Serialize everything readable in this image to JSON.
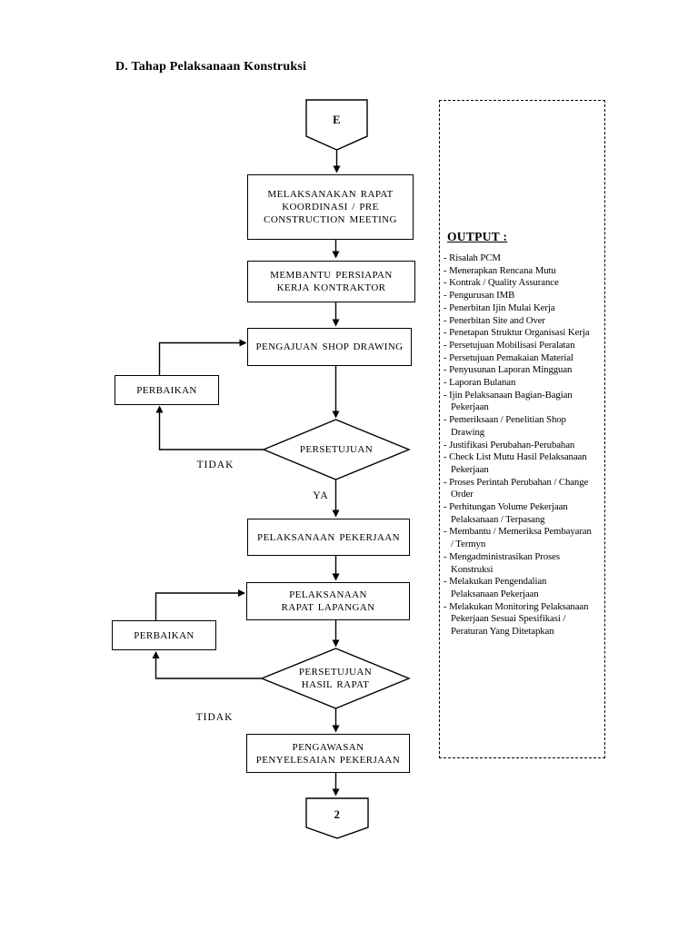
{
  "page": {
    "title": "D. Tahap Pelaksanaan Konstruksi"
  },
  "colors": {
    "ink": "#000000",
    "paper": "#ffffff"
  },
  "flowchart": {
    "connectors": {
      "entry": "E",
      "exit": "2"
    },
    "nodes": {
      "rapat_koordinasi": {
        "lines": [
          "MELAKSANAKAN RAPAT",
          "KOORDINASI / PRE",
          "CONSTRUCTION MEETING"
        ]
      },
      "persiapan_kontraktor": {
        "lines": [
          "MEMBANTU PERSIAPAN",
          "KERJA KONTRAKTOR"
        ]
      },
      "pengajuan_shop_drawing": {
        "lines": [
          "PENGAJUAN SHOP DRAWING"
        ]
      },
      "perbaikan_1": {
        "lines": [
          "PERBAIKAN"
        ]
      },
      "persetujuan_1": {
        "lines": [
          "PERSETUJUAN"
        ]
      },
      "pelaksanaan_pekerjaan": {
        "lines": [
          "PELAKSANAAN PEKERJAAN"
        ]
      },
      "rapat_lapangan": {
        "lines": [
          "PELAKSANAAN",
          "RAPAT LAPANGAN"
        ]
      },
      "perbaikan_2": {
        "lines": [
          "PERBAIKAN"
        ]
      },
      "persetujuan_hasil_rapat": {
        "lines": [
          "PERSETUJUAN",
          "HASIL RAPAT"
        ]
      },
      "pengawasan_penyelesaian": {
        "lines": [
          "PENGAWASAN",
          "PENYELESAIAN PEKERJAAN"
        ]
      }
    },
    "edge_labels": {
      "tidak_1": "TIDAK",
      "ya": "YA",
      "tidak_2": "TIDAK"
    }
  },
  "output_panel": {
    "heading": "OUTPUT :",
    "items": [
      [
        "- Risalah PCM"
      ],
      [
        "- Menerapkan Rencana Mutu"
      ],
      [
        "- Kontrak / Quality Assurance"
      ],
      [
        "- Pengurusan IMB"
      ],
      [
        "- Penerbitan Ijin Mulai Kerja"
      ],
      [
        "- Penerbitan Site and Over"
      ],
      [
        "- Penetapan Struktur Organisasi Kerja"
      ],
      [
        "- Persetujuan Mobilisasi Peralatan"
      ],
      [
        "- Persetujuan Pemakaian Material"
      ],
      [
        "- Penyusunan Laporan Mingguan"
      ],
      [
        "- Laporan Bulanan"
      ],
      [
        "- Ijin Pelaksanaan Bagian-Bagian",
        "Pekerjaan"
      ],
      [
        "- Pemeriksaan / Penelitian Shop",
        "Drawing"
      ],
      [
        "- Justifikasi Perubahan-Perubahan"
      ],
      [
        "- Check List Mutu Hasil Pelaksanaan",
        "Pekerjaan"
      ],
      [
        "- Proses Perintah Perubahan / Change",
        "Order"
      ],
      [
        "- Perhitungan Volume Pekerjaan",
        "Pelaksanaan / Terpasang"
      ],
      [
        "- Membantu / Memeriksa Pembayaran",
        "/ Termyn"
      ],
      [
        "- Mengadministrasikan Proses",
        "Konstruksi"
      ],
      [
        "- Melakukan Pengendalian",
        "Pelaksanaan Pekerjaan"
      ],
      [
        "- Melakukan Monitoring Pelaksanaan",
        "Pekerjaan Sesuai Spesifikasi /",
        "Peraturan Yang Ditetapkan"
      ]
    ]
  }
}
